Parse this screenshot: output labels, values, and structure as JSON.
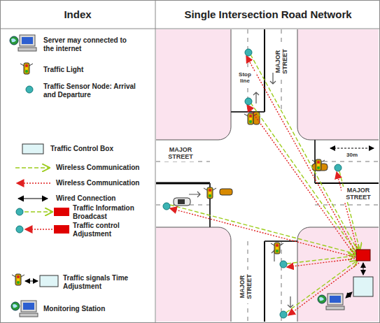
{
  "diagram": {
    "nodes": [
      {
        "text": [
          "Index"
        ]
      },
      {
        "text": [
          "Single Intersection Road Network"
        ]
      }
    ],
    "labels": [
      "MAJOR STREET",
      "MAJOR STREET",
      "MAJOR STREET",
      "MAJOR STREET",
      "Stop line",
      "30m"
    ],
    "legend": [
      {
        "text": "Server may connected to the internet"
      },
      {
        "text": "Traffic Light"
      },
      {
        "text": "Traffic Sensor Node: Arrival and Departure"
      },
      {
        "text": "Traffic Control Box",
        "color": "#dff5f7"
      },
      {
        "text": "Wireless Communication"
      },
      {
        "text": "Wireless Communication"
      },
      {
        "text": "Wired Connection"
      },
      {
        "text": "Traffic Information Broadcast"
      },
      {
        "text": "Traffic control Adjustment"
      },
      {
        "text": "Traffic signals Time Adjustment"
      },
      {
        "text": "Monitoring Station"
      }
    ]
  }
}
